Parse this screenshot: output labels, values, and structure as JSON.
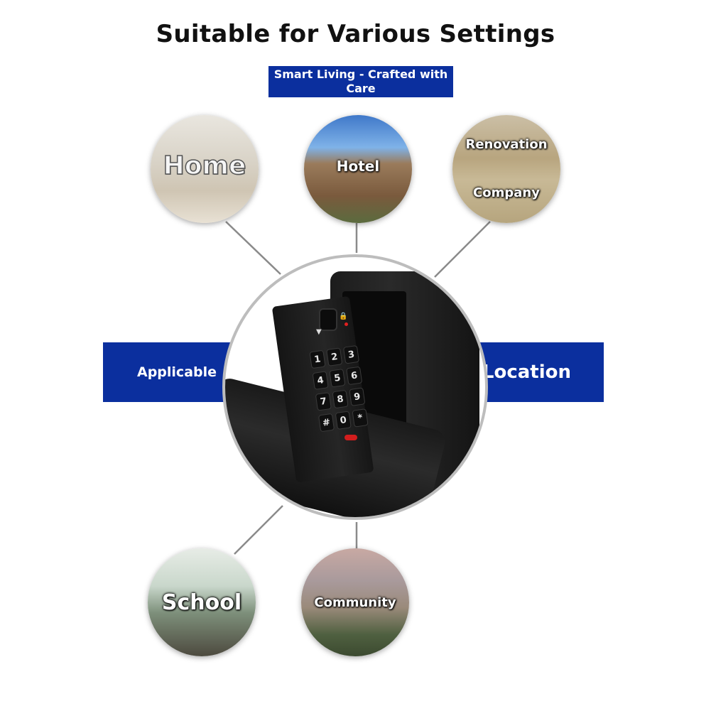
{
  "header": {
    "title": "Suitable for Various Settings",
    "subtitle": "Smart Living - Crafted with Care"
  },
  "settings": {
    "home": "Home",
    "hotel": "Hotel",
    "renovation_company_line1": "Renovation",
    "renovation_company_line2": "Company",
    "school": "School",
    "community": "Community"
  },
  "bands": {
    "left": "Applicable",
    "right": "Location"
  },
  "device": {
    "keys": [
      "1",
      "2",
      "3",
      "4",
      "5",
      "6",
      "7",
      "8",
      "9",
      "#",
      "0",
      "*"
    ]
  },
  "colors": {
    "accent_blue": "#0b2f9e",
    "connector": "#8a8a8a",
    "button_red": "#d21d1d"
  }
}
